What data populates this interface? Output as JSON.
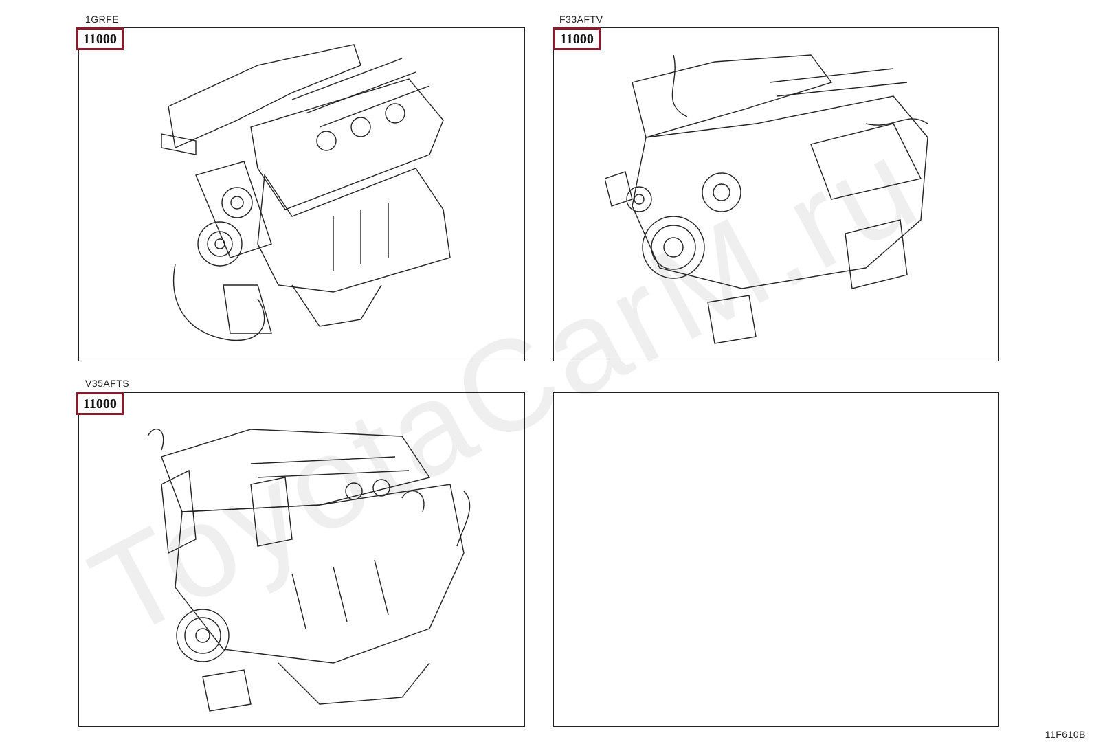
{
  "watermark": "ToyotaCarM.ru",
  "panels": [
    {
      "model": "1GRFE",
      "part_number": "11000",
      "illustration": "engine-assembly-1grfe"
    },
    {
      "model": "F33AFTV",
      "part_number": "11000",
      "illustration": "engine-assembly-f33aftv"
    },
    {
      "model": "V35AFTS",
      "part_number": "11000",
      "illustration": "engine-assembly-v35afts"
    },
    {
      "model": "",
      "part_number": "",
      "illustration": "empty"
    }
  ],
  "diagram_code": "11F610B",
  "colors": {
    "callout_border": "#8c1a2b",
    "line": "#222222",
    "watermark": "#efefef"
  }
}
